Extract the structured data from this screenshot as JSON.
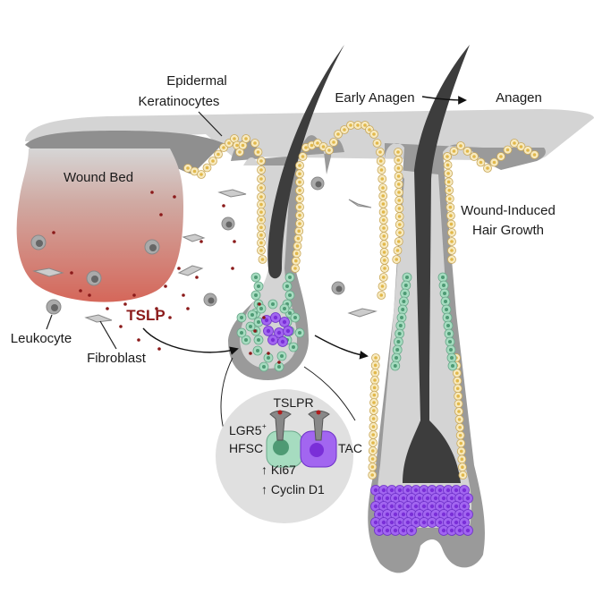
{
  "diagram": {
    "title": "TSLP induces wound-induced hair growth",
    "labels": {
      "epidermal_keratinocytes_line1": "Epidermal",
      "epidermal_keratinocytes_line2": "Keratinocytes",
      "wound_bed": "Wound Bed",
      "early_anagen": "Early Anagen",
      "anagen": "Anagen",
      "wound_induced_line1": "Wound-Induced",
      "wound_induced_line2": "Hair Growth",
      "leukocyte": "Leukocyte",
      "fibroblast": "Fibroblast",
      "tslp": "TSLP"
    },
    "inset": {
      "receptor": "TSLPR",
      "stem_cell_line1": "LGR5",
      "stem_cell_sup": "+",
      "stem_cell_line2": "HFSC",
      "tac": "TAC",
      "marker1": "↑ Ki67",
      "marker2": "↑ Cyclin D1"
    },
    "colors": {
      "skin_light": "#d4d4d4",
      "skin_dark": "#9a9a9a",
      "hair_shaft": "#3d3d3d",
      "keratinocyte": "#f7eac0",
      "keratinocyte_nucleus": "#e2b84a",
      "hfsc": "#a6dcc0",
      "hfsc_nucleus": "#4e9a74",
      "tac": "#a266f0",
      "tac_nucleus": "#7a2fd8",
      "tslp_dot": "#8b1a1a",
      "wound_gradient_top": "#d4d4d4",
      "wound_gradient_bottom": "#d5675a",
      "inset_bg": "#e0e0e0"
    }
  }
}
